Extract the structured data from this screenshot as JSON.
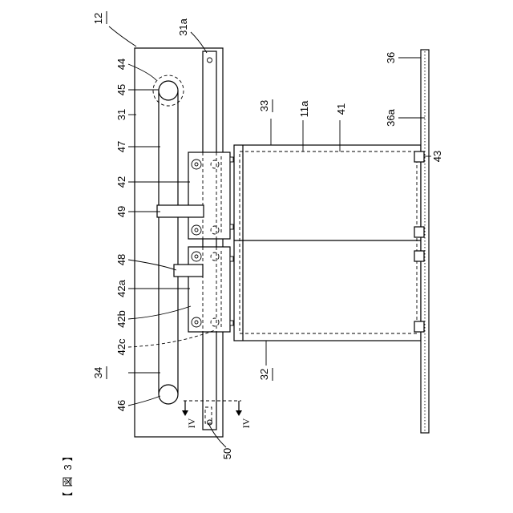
{
  "figure": {
    "caption_bracket_open": "【",
    "caption_kanji": "図",
    "caption_number": "3",
    "caption_bracket_close": "】"
  },
  "labels": {
    "l12": "12",
    "l31a": "31a",
    "l44": "44",
    "l45": "45",
    "l31": "31",
    "l47": "47",
    "l42": "42",
    "l49": "49",
    "l48": "48",
    "l42a": "42a",
    "l42b": "42b",
    "l42c": "42c",
    "l34": "34",
    "l46": "46",
    "l50": "50",
    "l33": "33",
    "l11a": "11a",
    "l41": "41",
    "l32": "32",
    "l36": "36",
    "l36a": "36a",
    "l43": "43",
    "sec_iv": "IV"
  }
}
